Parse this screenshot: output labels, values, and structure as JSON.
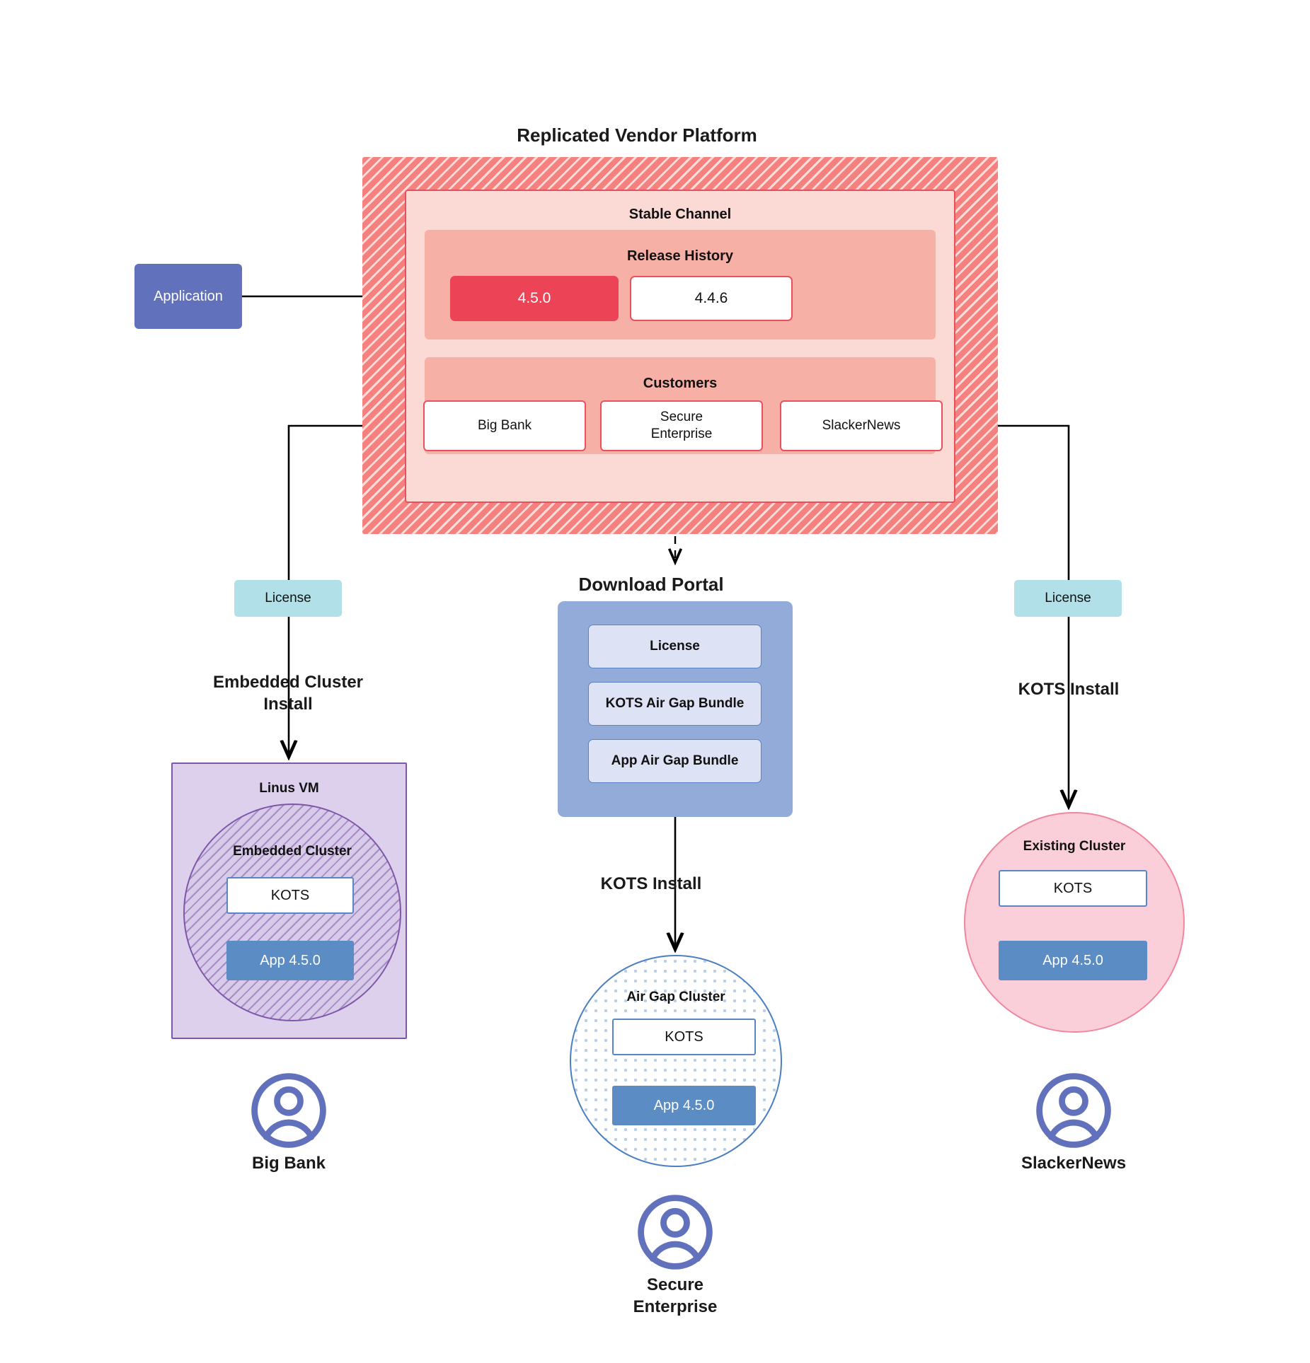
{
  "diagram": {
    "title": "Replicated Vendor Platform",
    "application": {
      "label": "Application"
    },
    "platform": {
      "channel_title": "Stable Channel",
      "release_history": {
        "title": "Release History",
        "releases": [
          {
            "version": "4.5.0",
            "state": "current"
          },
          {
            "version": "4.4.6",
            "state": "previous"
          }
        ]
      },
      "customers": {
        "title": "Customers",
        "items": [
          {
            "name": "Big Bank"
          },
          {
            "name": "Secure\nEnterprise"
          },
          {
            "name": "SlackerNews"
          }
        ]
      }
    },
    "branches": {
      "left": {
        "license_label": "License",
        "install_label": "Embedded Cluster\nInstall",
        "vm_title": "Linus VM",
        "cluster_title": "Embedded Cluster",
        "kots_label": "KOTS",
        "app_label": "App 4.5.0",
        "customer_name": "Big Bank"
      },
      "middle": {
        "portal_title": "Download  Portal",
        "portal_items": [
          {
            "label": "License"
          },
          {
            "label": "KOTS Air Gap Bundle"
          },
          {
            "label": "App Air Gap Bundle"
          }
        ],
        "install_label": "KOTS Install",
        "cluster_title": "Air Gap Cluster",
        "kots_label": "KOTS",
        "app_label": "App 4.5.0",
        "customer_name": "Secure\nEnterprise"
      },
      "right": {
        "license_label": "License",
        "install_label": "KOTS Install",
        "cluster_title": "Existing Cluster",
        "kots_label": "KOTS",
        "app_label": "App 4.5.0",
        "customer_name": "SlackerNews"
      }
    },
    "colors": {
      "platform_hatch": "#f4817e",
      "channel_bg": "#fbd9d4",
      "section_bg": "#f7b0a6",
      "release_current": "#ec4356",
      "border_red": "#ec4f5c",
      "application_blue": "#6271bb",
      "license_cyan": "#b2e0e8",
      "portal_blue": "#93abd8",
      "portal_item_bg": "#dde3f5",
      "app_blue": "#5b8cc4",
      "vm_purple": "#dcd0ec",
      "vm_border": "#7e57a8",
      "existing_pink": "#fbcfda",
      "existing_border": "#f0879f",
      "airgap_border": "#4a7fc1",
      "person_icon": "#6271bb"
    }
  }
}
